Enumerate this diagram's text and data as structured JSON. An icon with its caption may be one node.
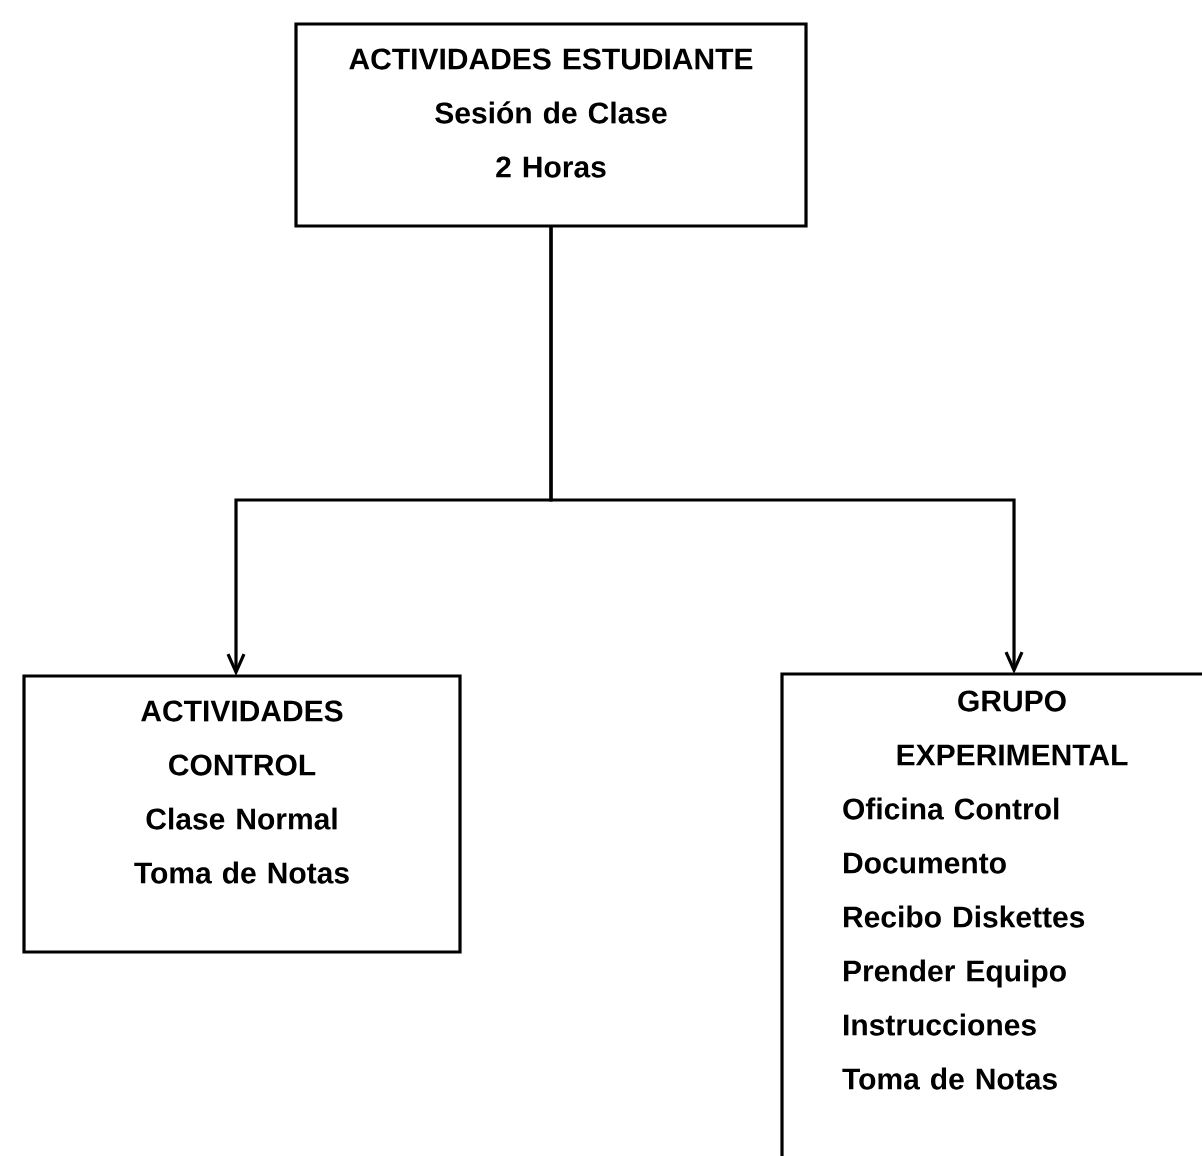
{
  "diagram": {
    "nodes": [
      {
        "text": [
          "ACTIVIDADES ESTUDIANTE",
          "Sesión de Clase",
          "2 Horas"
        ]
      },
      {
        "text": [
          "ACTIVIDADES CONTROL",
          "Clase Normal",
          "Toma de Notas"
        ]
      },
      {
        "text": [
          "GRUPO EXPERIMENTAL",
          "Oficina Control",
          "Documento",
          "Recibo Diskettes",
          "Prender Equipo",
          "Instrucciones",
          "Toma de Notas"
        ]
      }
    ],
    "edges": [
      {
        "from": 0,
        "to": 1,
        "arrow": "to"
      },
      {
        "from": 0,
        "to": 2,
        "arrow": "to"
      }
    ]
  }
}
